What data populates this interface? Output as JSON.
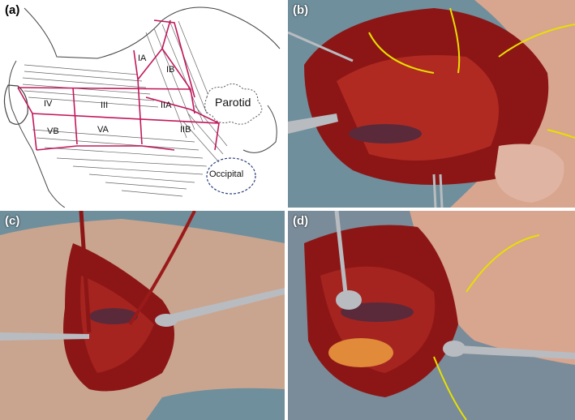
{
  "panels": [
    {
      "label": "(a)"
    },
    {
      "label": "(b)"
    },
    {
      "label": "(c)"
    },
    {
      "label": "(d)"
    }
  ],
  "diagram": {
    "levels": {
      "IA": "IA",
      "IB": "IB",
      "IIA": "IIA",
      "IIB": "IIB",
      "III": "III",
      "IV": "IV",
      "VA": "VA",
      "VB": "VB"
    },
    "parotid": "Parotid",
    "occipital": "Occipital",
    "boundary_color": "#c2185b",
    "occipital_outline_color": "#2b3f7a"
  },
  "colors": {
    "tissue_dark": "#6e0f12",
    "tissue_red": "#9e1b1b",
    "skin": "#d8a58f",
    "drape_blue": "#6f8f9c",
    "vessel_loop": "#e8e000",
    "steel": "#b8bcc0"
  }
}
